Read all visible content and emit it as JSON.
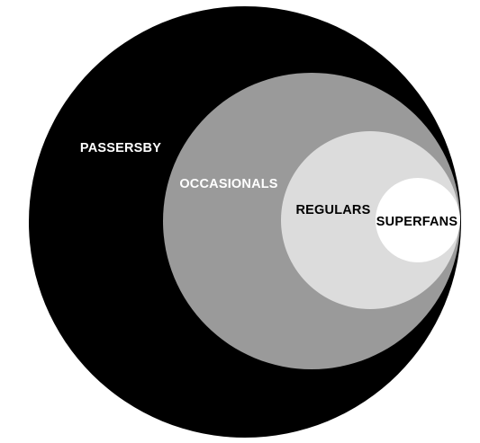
{
  "diagram": {
    "type": "nested-circles",
    "rings": [
      {
        "key": "passersby",
        "label": "PASSERSBY",
        "fill": "#000000",
        "text_color": "#ffffff"
      },
      {
        "key": "occasionals",
        "label": "OCCASIONALS",
        "fill": "#9a9a9a",
        "text_color": "#ffffff"
      },
      {
        "key": "regulars",
        "label": "REGULARS",
        "fill": "#dcdcdc",
        "text_color": "#000000"
      },
      {
        "key": "superfans",
        "label": "SUPERFANS",
        "fill": "#ffffff",
        "text_color": "#000000"
      }
    ]
  }
}
